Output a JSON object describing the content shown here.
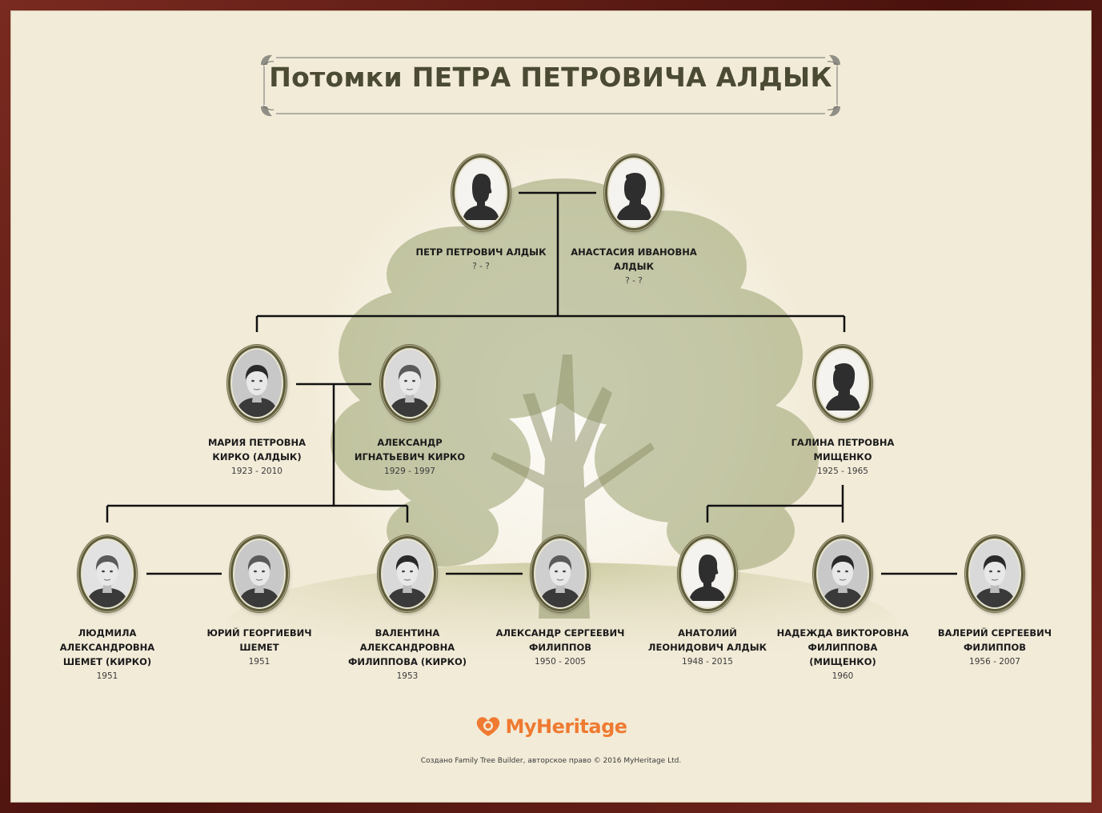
{
  "title": "Потомки ПЕТРА ПЕТРОВИЧА АЛДЫК",
  "colors": {
    "frame": "#5a1a14",
    "paper": "#f2ebd8",
    "title": "#4b4a33",
    "line": "#111111",
    "brand": "#ef7a31"
  },
  "people": {
    "p1": {
      "lines": [
        "ПЕТР ПЕТРОВИЧ АЛДЫК"
      ],
      "dates": "? - ?",
      "portrait": "male-silhouette"
    },
    "p2": {
      "lines": [
        "АНАСТАСИЯ ИВАНОВНА",
        "АЛДЫК"
      ],
      "dates": "? - ?",
      "portrait": "female-silhouette"
    },
    "p3": {
      "lines": [
        "МАРИЯ ПЕТРОВНА",
        "КИРКО (АЛДЫК)"
      ],
      "dates": "1923 - 2010",
      "portrait": "photo"
    },
    "p4": {
      "lines": [
        "АЛЕКСАНДР",
        "ИГНАТЬЕВИЧ КИРКО"
      ],
      "dates": "1929 - 1997",
      "portrait": "photo"
    },
    "p5": {
      "lines": [
        "ГАЛИНА ПЕТРОВНА",
        "МИЩЕНКО"
      ],
      "dates": "1925 - 1965",
      "portrait": "female-silhouette"
    },
    "p6": {
      "lines": [
        "ЛЮДМИЛА",
        "АЛЕКСАНДРОВНА",
        "ШЕМЕТ (КИРКО)"
      ],
      "dates": "1951",
      "portrait": "photo"
    },
    "p7": {
      "lines": [
        "ЮРИЙ ГЕОРГИЕВИЧ",
        "ШЕМЕТ"
      ],
      "dates": "1951",
      "portrait": "photo"
    },
    "p8": {
      "lines": [
        "ВАЛЕНТИНА",
        "АЛЕКСАНДРОВНА",
        "ФИЛИППОВА (КИРКО)"
      ],
      "dates": "1953",
      "portrait": "photo"
    },
    "p9": {
      "lines": [
        "АЛЕКСАНДР СЕРГЕЕВИЧ",
        "ФИЛИППОВ"
      ],
      "dates": "1950 - 2005",
      "portrait": "photo"
    },
    "p10": {
      "lines": [
        "АНАТОЛИЙ",
        "ЛЕОНИДОВИЧ АЛДЫК"
      ],
      "dates": "1948 - 2015",
      "portrait": "male-silhouette"
    },
    "p11": {
      "lines": [
        "НАДЕЖДА ВИКТОРОВНА",
        "ФИЛИППОВА",
        "(МИЩЕНКО)"
      ],
      "dates": "1960",
      "portrait": "photo"
    },
    "p12": {
      "lines": [
        "ВАЛЕРИЙ СЕРГЕЕВИЧ",
        "ФИЛИППОВ"
      ],
      "dates": "1956 - 2007",
      "portrait": "photo"
    }
  },
  "brand": {
    "name": "MyHeritage"
  },
  "footer": "Создано Family Tree Builder, авторское право © 2016 MyHeritage Ltd."
}
